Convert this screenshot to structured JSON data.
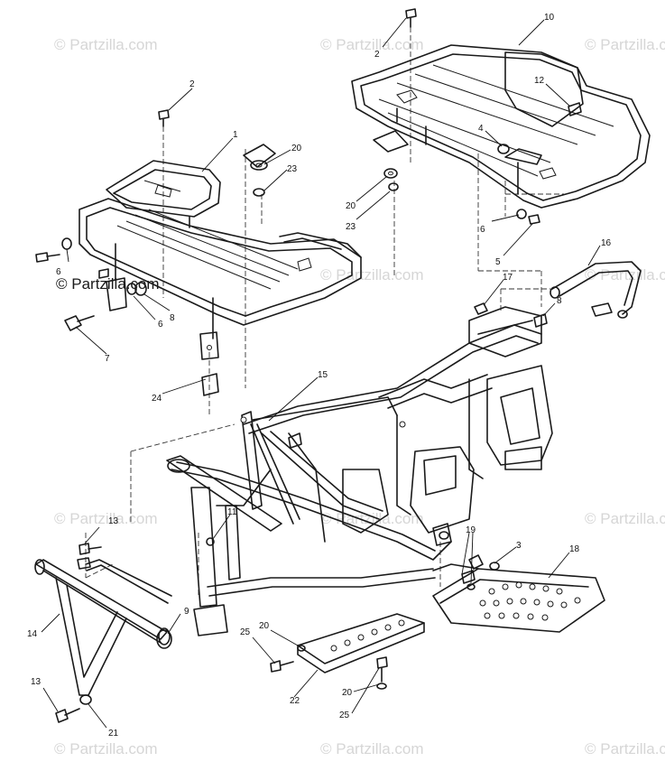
{
  "watermark": {
    "text": "© Partzilla.com"
  },
  "callouts": [
    {
      "id": "c2a",
      "label": "2"
    },
    {
      "id": "c1",
      "label": "1"
    },
    {
      "id": "c20a",
      "label": "20"
    },
    {
      "id": "c23a",
      "label": "23"
    },
    {
      "id": "c2b",
      "label": "2"
    },
    {
      "id": "c10",
      "label": "10"
    },
    {
      "id": "c12",
      "label": "12"
    },
    {
      "id": "c4",
      "label": "4"
    },
    {
      "id": "c20b",
      "label": "20"
    },
    {
      "id": "c23b",
      "label": "23"
    },
    {
      "id": "c6a",
      "label": "6"
    },
    {
      "id": "c5",
      "label": "5"
    },
    {
      "id": "c6b",
      "label": "6"
    },
    {
      "id": "c8a",
      "label": "8"
    },
    {
      "id": "c6c",
      "label": "6"
    },
    {
      "id": "c7",
      "label": "7"
    },
    {
      "id": "c16",
      "label": "16"
    },
    {
      "id": "c17",
      "label": "17"
    },
    {
      "id": "c8b",
      "label": "8"
    },
    {
      "id": "c15",
      "label": "15"
    },
    {
      "id": "c24",
      "label": "24"
    },
    {
      "id": "c13a",
      "label": "13"
    },
    {
      "id": "c11",
      "label": "11"
    },
    {
      "id": "c19",
      "label": "19"
    },
    {
      "id": "c3",
      "label": "3"
    },
    {
      "id": "c18",
      "label": "18"
    },
    {
      "id": "c14",
      "label": "14"
    },
    {
      "id": "c9",
      "label": "9"
    },
    {
      "id": "c20c",
      "label": "20"
    },
    {
      "id": "c25a",
      "label": "25"
    },
    {
      "id": "c22",
      "label": "22"
    },
    {
      "id": "c20d",
      "label": "20"
    },
    {
      "id": "c25b",
      "label": "25"
    },
    {
      "id": "c13b",
      "label": "13"
    },
    {
      "id": "c21",
      "label": "21"
    }
  ]
}
